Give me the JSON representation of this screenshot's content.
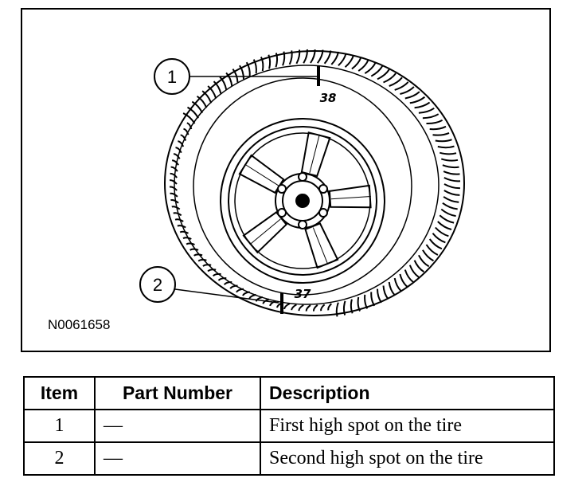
{
  "figure": {
    "code": "N0061658",
    "callouts": [
      {
        "number": "1",
        "mark": "38"
      },
      {
        "number": "2",
        "mark": "37"
      }
    ]
  },
  "table": {
    "headers": [
      "Item",
      "Part Number",
      "Description"
    ],
    "rows": [
      {
        "item": "1",
        "part_number": "—",
        "description": "First high spot on the tire"
      },
      {
        "item": "2",
        "part_number": "—",
        "description": "Second high spot on the tire"
      }
    ]
  }
}
